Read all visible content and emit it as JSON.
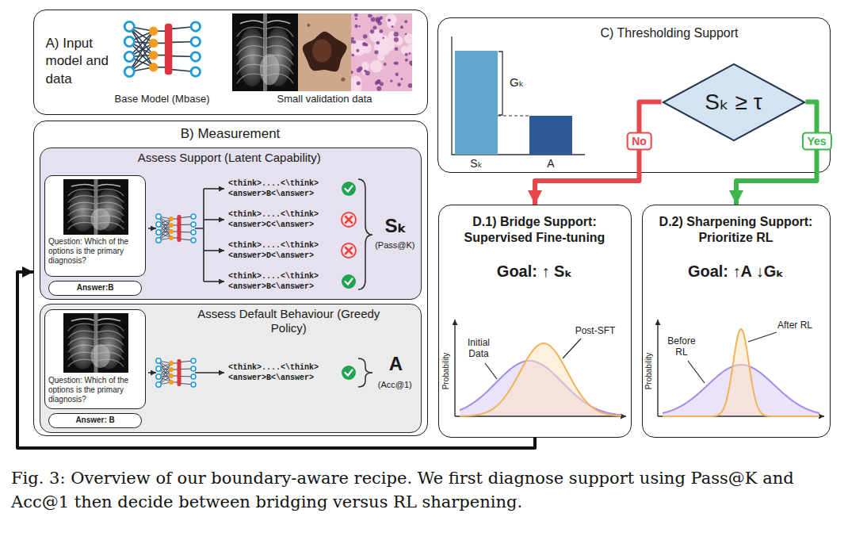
{
  "diagram": {
    "caption": "Fig. 3: Overview of our boundary-aware recipe. We first diagnose support using Pass@K and Acc@1 then decide between bridging versus RL sharpening.",
    "nodes": [
      {
        "text": [
          "A) Input model and data",
          "Base Model (Mbase)",
          "Small validation data"
        ]
      },
      {
        "text": [
          "B) Measurement"
        ]
      },
      {
        "text": [
          "Assess Support (Latent Capability)",
          "Sₖ",
          "(Pass@K)"
        ],
        "in": 1
      },
      {
        "text": [
          "Question: Which of the options is the primary diagnosis?"
        ],
        "in": 2
      },
      {
        "text": [
          "Answer:B"
        ],
        "in": 2
      },
      {
        "text": [
          "Assess Default Behaviour (Greedy Policy)",
          "A",
          "(Acc@1)"
        ],
        "in": 1
      },
      {
        "text": [
          "Question: Which of the options is the primary diagnosis?"
        ],
        "in": 5
      },
      {
        "text": [
          "Answer: B"
        ],
        "in": 5
      },
      {
        "text": [
          "C) Thresholding Support"
        ]
      },
      {
        "text": [
          "Sₖ ≥ τ"
        ],
        "in": 8
      },
      {
        "text": [
          "D.1) Bridge Support: Supervised Fine-tuning",
          "Goal: ↑ Sₖ"
        ]
      },
      {
        "text": [
          "D.2) Sharpening Support: Prioritize RL",
          "Goal: ↑A ↓Gₖ"
        ]
      }
    ],
    "edges": [
      {
        "from": 9,
        "to": 10,
        "label": "No",
        "arrow": "to"
      },
      {
        "from": 9,
        "to": 11,
        "label": "Yes",
        "arrow": "to"
      },
      {
        "from": 10,
        "to": 1,
        "arrow": "to"
      }
    ],
    "labels": [
      "<think>....<\\think> <answer>B<\\answer>",
      "<think>....<\\think> <answer>C<\\answer>",
      "<think>....<\\think> <answer>D<\\answer>",
      "<think>....<\\think> <answer>B<\\answer>",
      "<think>....<\\think> <answer>B<\\answer>",
      "Sₖ",
      "A",
      "Gₖ",
      "Initial Data",
      "Post-SFT",
      "Probability",
      "Before RL",
      "After RL",
      "Probability"
    ]
  }
}
